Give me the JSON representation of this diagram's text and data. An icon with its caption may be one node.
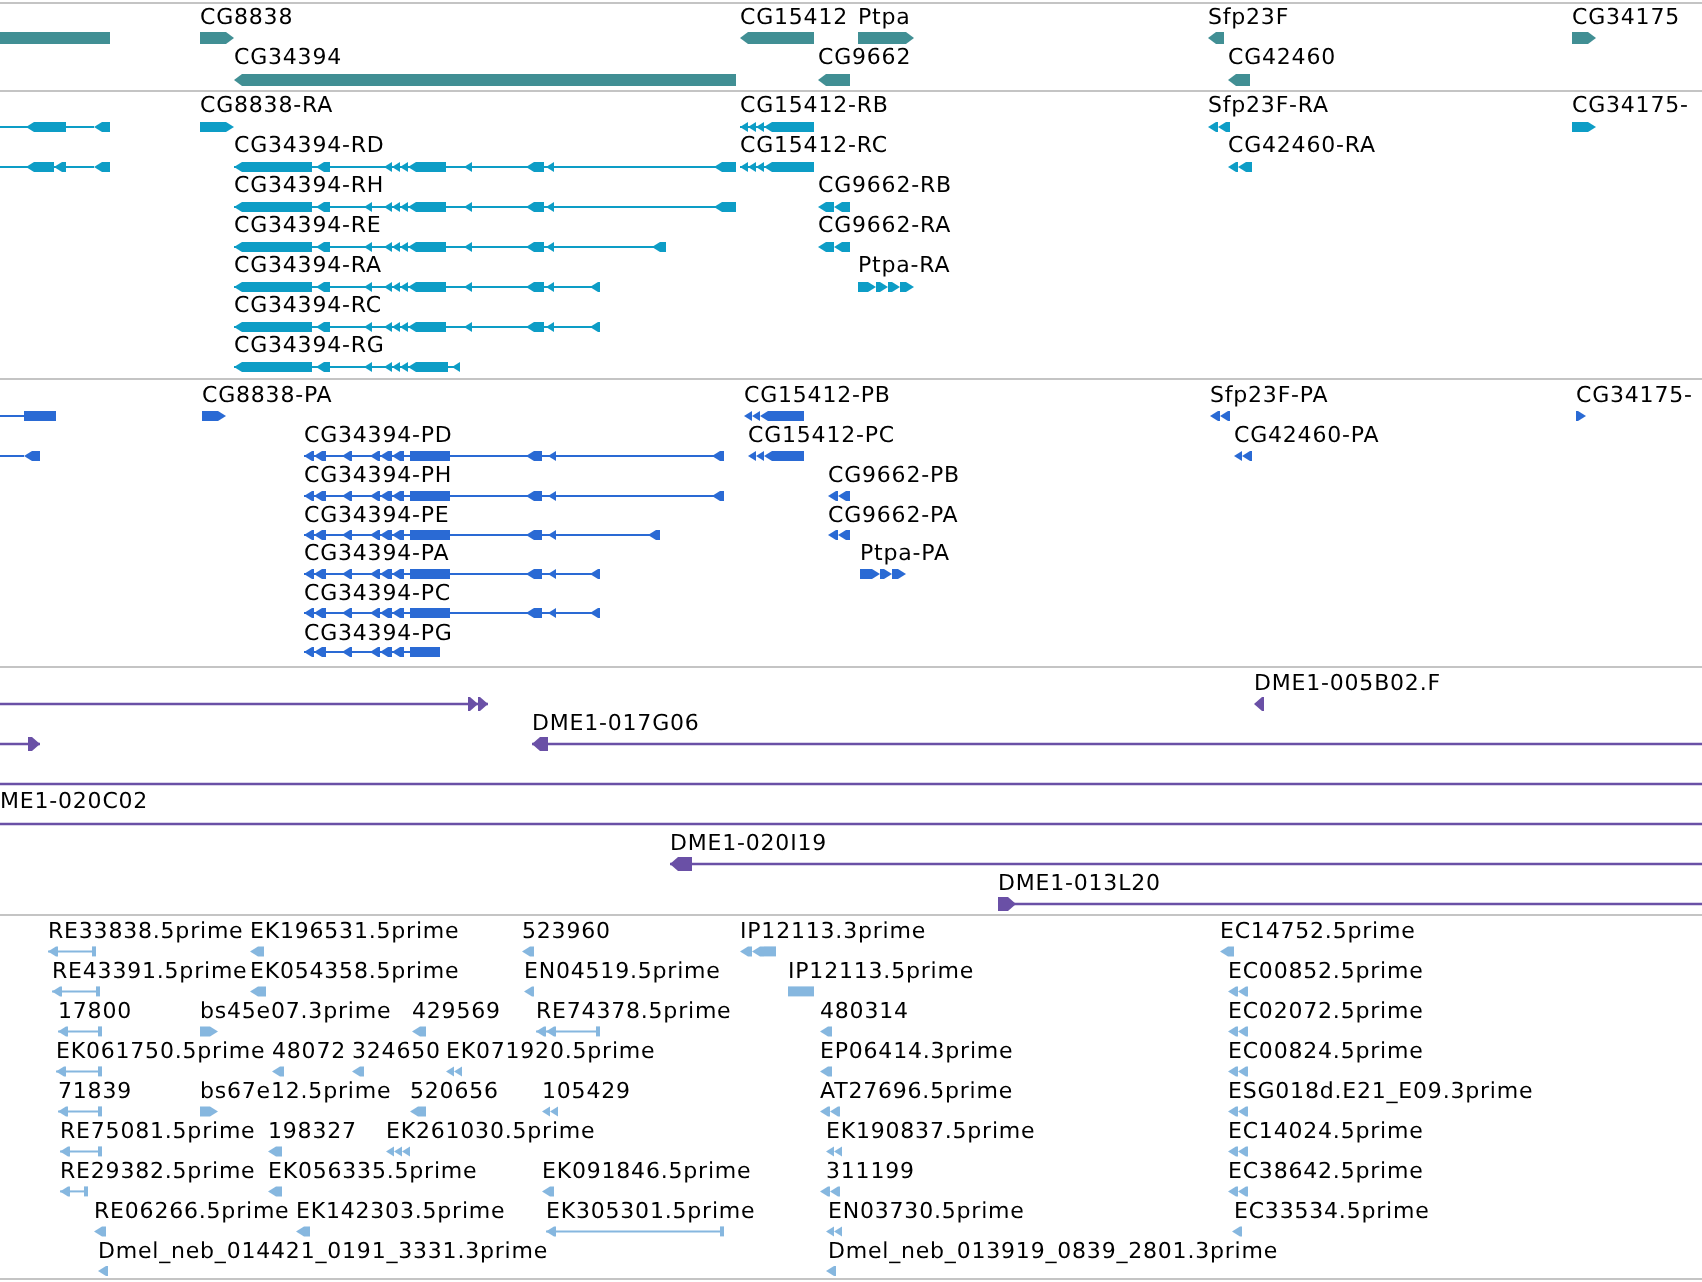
{
  "diagram": {
    "labels": [
      "CG8838",
      "CG15412",
      "Ptpa",
      "Sfp23F",
      "CG34175",
      "CG34394",
      "CG9662",
      "CG42460",
      "CG8838-RA",
      "CG15412-RB",
      "Sfp23F-RA",
      "CG34175-",
      "CG34394-RD",
      "CG15412-RC",
      "CG42460-RA",
      "CG34394-RH",
      "CG9662-RB",
      "CG34394-RE",
      "CG9662-RA",
      "CG34394-RA",
      "Ptpa-RA",
      "CG34394-RC",
      "CG34394-RG",
      "CG8838-PA",
      "CG15412-PB",
      "Sfp23F-PA",
      "CG34175-",
      "CG34394-PD",
      "CG15412-PC",
      "CG42460-PA",
      "CG34394-PH",
      "CG9662-PB",
      "CG34394-PE",
      "CG9662-PA",
      "CG34394-PA",
      "Ptpa-PA",
      "CG34394-PC",
      "CG34394-PG",
      "DME1-005B02.F",
      "DME1-017G06",
      "ME1-020C02",
      "DME1-020I19",
      "DME1-013L20",
      "RE33838.5prime",
      "EK196531.5prime",
      "523960",
      "IP12113.3prime",
      "EC14752.5prime",
      "RE43391.5prime",
      "EK054358.5prime",
      "EN04519.5prime",
      "IP12113.5prime",
      "EC00852.5prime",
      "17800",
      "bs45e07.3prime",
      "429569",
      "RE74378.5prime",
      "480314",
      "EC02072.5prime",
      "EK061750.5prime",
      "48072",
      "324650",
      "EK071920.5prime",
      "EP06414.3prime",
      "EC00824.5prime",
      "71839",
      "bs67e12.5prime",
      "520656",
      "105429",
      "AT27696.5prime",
      "ESG018d.E21_E09.3prime",
      "RE75081.5prime",
      "198327",
      "EK261030.5prime",
      "EK190837.5prime",
      "EC14024.5prime",
      "RE29382.5prime",
      "EK056335.5prime",
      "EK091846.5prime",
      "311199",
      "EC38642.5prime",
      "RE06266.5prime",
      "EK142303.5prime",
      "EK305301.5prime",
      "EN03730.5prime",
      "EC33534.5prime",
      "Dmel_neb_014421_0191_3331.3prime",
      "Dmel_neb_013919_0839_2801.3prime"
    ]
  }
}
